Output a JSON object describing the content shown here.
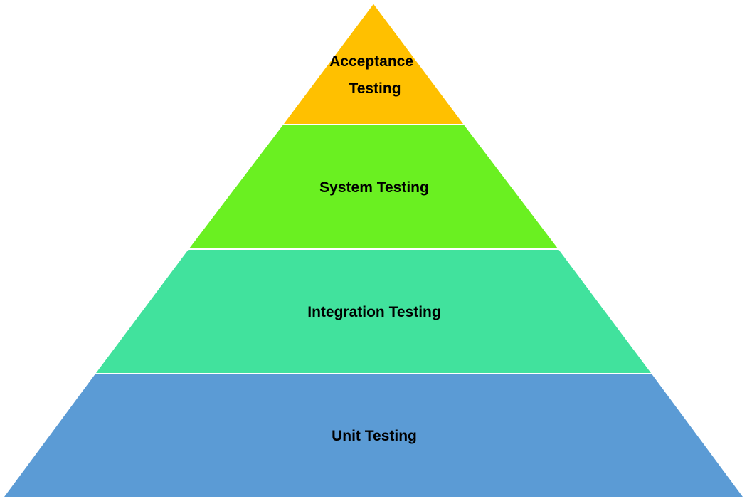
{
  "pyramid": {
    "tiers": [
      {
        "lines": [
          "Acceptance",
          "Testing"
        ],
        "color": "#FFC000"
      },
      {
        "lines": [
          "System Testing"
        ],
        "color": "#6AF021"
      },
      {
        "lines": [
          "Integration Testing"
        ],
        "color": "#41E29D"
      },
      {
        "lines": [
          "Unit Testing"
        ],
        "color": "#5B9BD5"
      }
    ]
  }
}
